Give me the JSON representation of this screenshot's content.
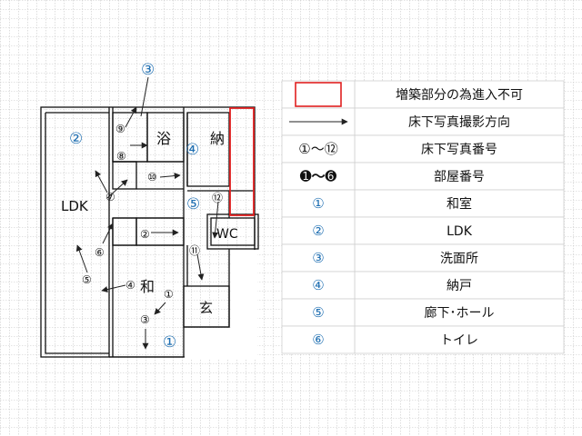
{
  "colors": {
    "grid": "#c9c9c9",
    "wall": "#111111",
    "blue": "#1f6fb2",
    "red": "#e02020",
    "arrow": "#222222"
  },
  "floorplan": {
    "rooms": {
      "ldk": "LDK",
      "bath": "浴",
      "storage": "納",
      "wc": "WC",
      "washitsu": "和",
      "entrance": "玄"
    },
    "room_numbers": {
      "n1": "①",
      "n2": "②",
      "n3": "③",
      "n4": "④",
      "n5": "⑤"
    },
    "photo_markers": {
      "p1": "①",
      "p2": "②",
      "p3": "③",
      "p4": "④",
      "p5": "⑤",
      "p6": "⑥",
      "p7": "⑦",
      "p8": "⑧",
      "p9": "⑨",
      "p10": "⑩",
      "p11": "⑪",
      "p12": "⑫"
    }
  },
  "legend": {
    "rows": [
      {
        "symbol_type": "red-box",
        "symbol": "",
        "text": "増築部分の為進入不可"
      },
      {
        "symbol_type": "arrow",
        "symbol": "",
        "text": "床下写真撮影方向"
      },
      {
        "symbol_type": "text",
        "symbol": "①～⑫",
        "text": "床下写真番号"
      },
      {
        "symbol_type": "text-bold",
        "symbol": "➊～➏",
        "text": "部屋番号"
      },
      {
        "symbol_type": "blue",
        "symbol": "①",
        "text": "和室"
      },
      {
        "symbol_type": "blue",
        "symbol": "②",
        "text": "LDK"
      },
      {
        "symbol_type": "blue",
        "symbol": "③",
        "text": "洗面所"
      },
      {
        "symbol_type": "blue",
        "symbol": "④",
        "text": "納戸"
      },
      {
        "symbol_type": "blue",
        "symbol": "⑤",
        "text": "廊下･ホール"
      },
      {
        "symbol_type": "blue",
        "symbol": "⑥",
        "text": "トイレ"
      }
    ]
  }
}
